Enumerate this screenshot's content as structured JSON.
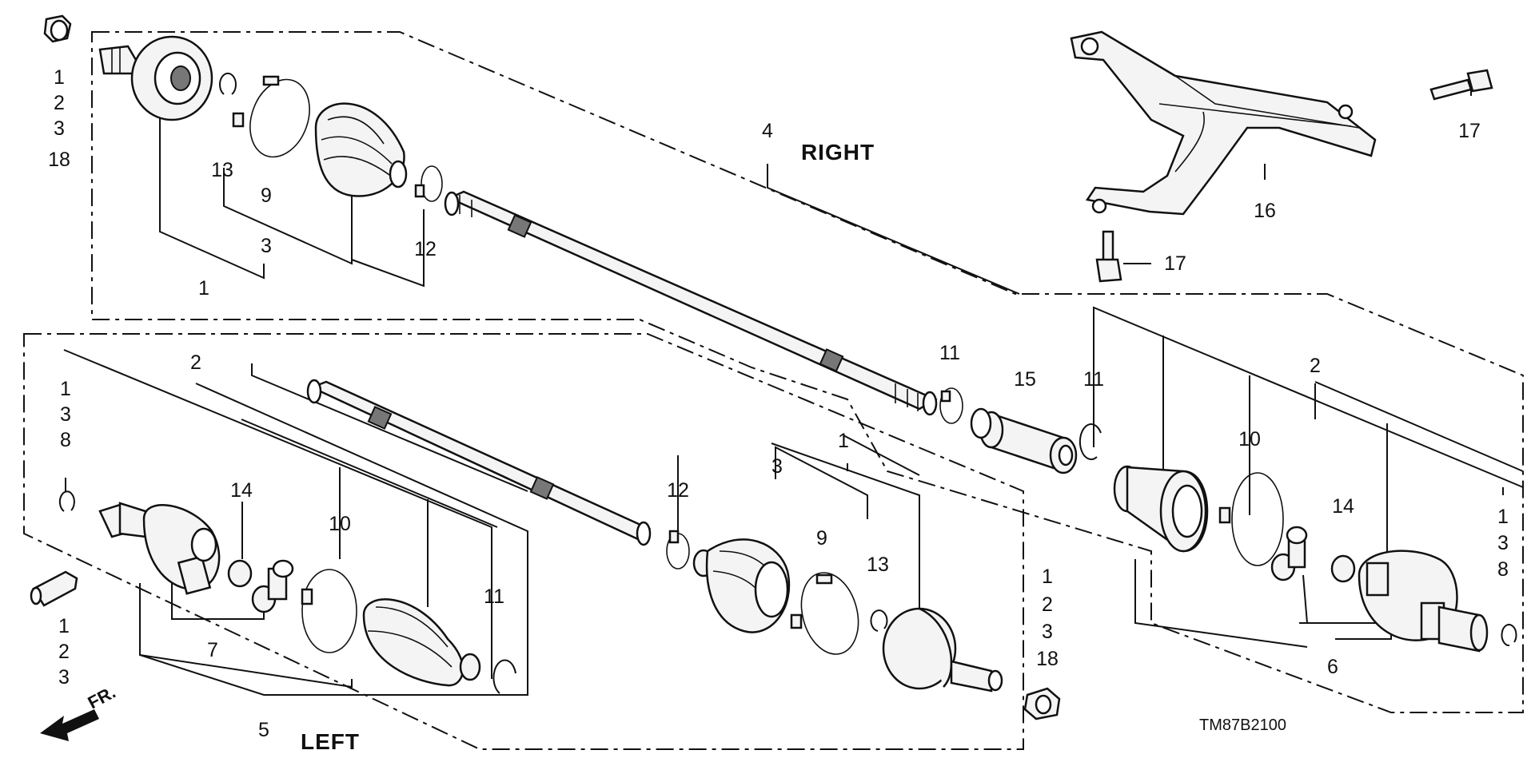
{
  "diagram": {
    "title_right": "RIGHT",
    "title_left": "LEFT",
    "diagram_code": "TM87B2100",
    "front_arrow_label": "FR.",
    "callouts": {
      "nut_top_left": [
        "1",
        "2",
        "3",
        "18"
      ],
      "right_outer_joint": "1",
      "right_circlip": "13",
      "right_band": "9",
      "right_boot_set": "3",
      "right_outer_band": "12",
      "right_shaft": "4",
      "bracket": "16",
      "bolt_upper": "17",
      "bolt_lower": "17",
      "set_ring_center": "11",
      "bearing_support": "15",
      "right_set_ring": "11",
      "right_inner_boot_set": "2",
      "right_inner_band": "10",
      "right_stop_ring": "14",
      "right_circlip_end": [
        "1",
        "3",
        "8"
      ],
      "right_tripod": "6",
      "left_circlip_end": [
        "1",
        "3",
        "8"
      ],
      "left_inner_set": "2",
      "left_stop_ring": "14",
      "left_inner_band": "10",
      "left_set_ring": "11",
      "left_tripod": "7",
      "left_shaft": "5",
      "left_clip_part": [
        "1",
        "2",
        "3"
      ],
      "left_outer_band": "12",
      "left_boot_set": "3",
      "left_band": "9",
      "left_outer_joint": "1",
      "left_circlip": "13",
      "nut_bottom": [
        "1",
        "2",
        "3",
        "18"
      ]
    }
  }
}
